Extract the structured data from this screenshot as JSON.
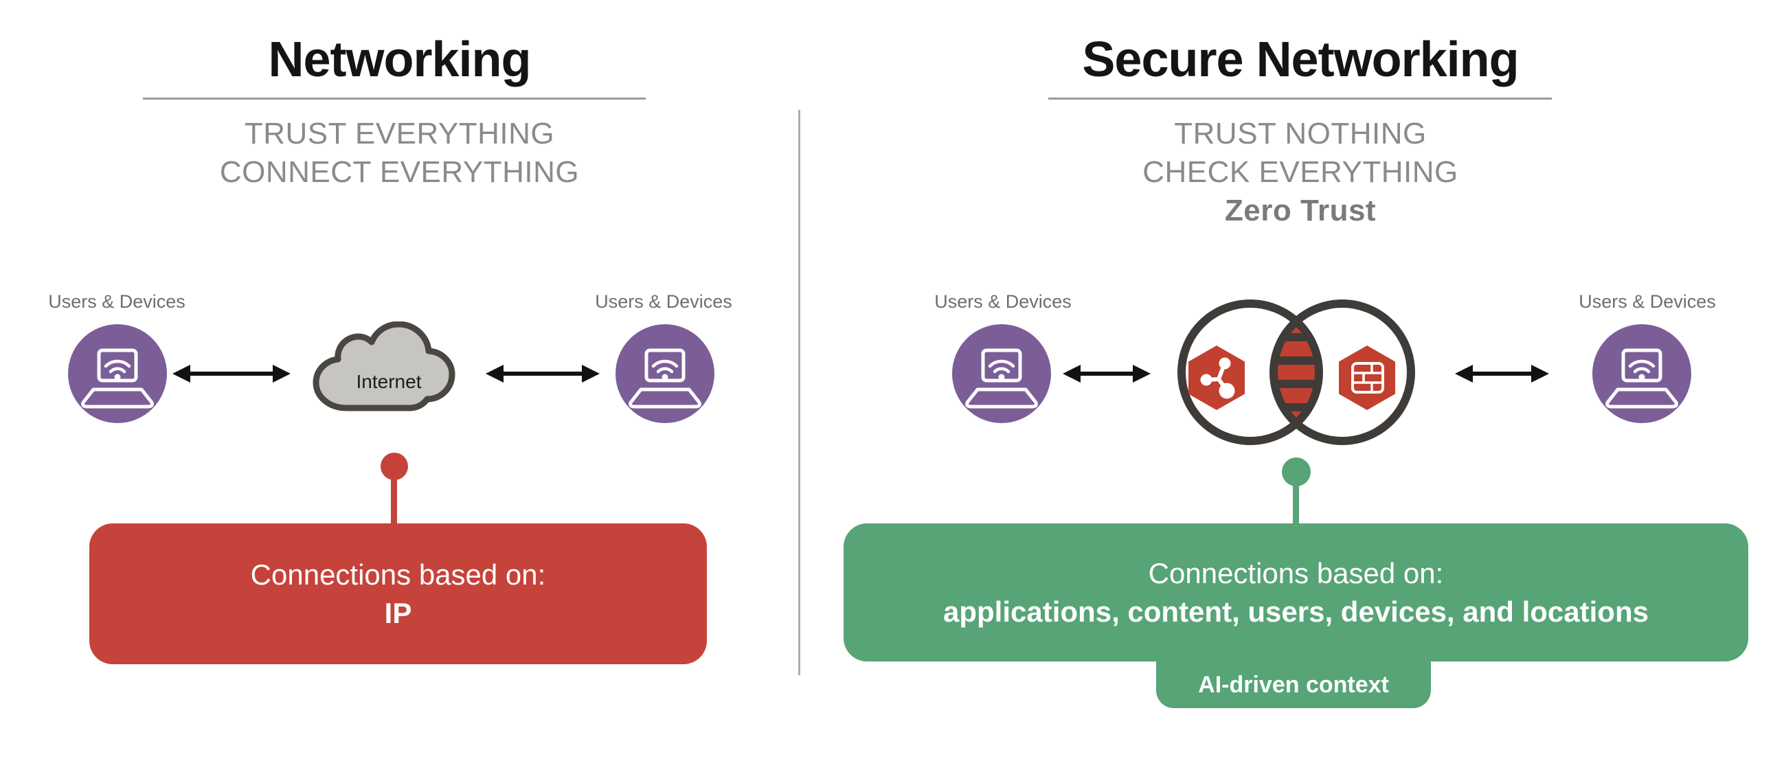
{
  "left_panel": {
    "title": "Networking",
    "subtitle_lines": [
      "TRUST EVERYTHING",
      "CONNECT EVERYTHING"
    ],
    "label_left": "Users & Devices",
    "label_right": "Users & Devices",
    "cloud_label": "Internet",
    "box": {
      "line1": "Connections based on:",
      "line2": "IP"
    }
  },
  "right_panel": {
    "title": "Secure Networking",
    "subtitle_lines": [
      "TRUST NOTHING",
      "CHECK EVERYTHING"
    ],
    "subtitle_bold": "Zero Trust",
    "label_left": "Users & Devices",
    "label_right": "Users & Devices",
    "box": {
      "line1": "Connections based on:",
      "line2": "applications, content, users, devices, and locations"
    },
    "tab_label": "AI-driven context"
  },
  "icons": {
    "laptop_wifi": "laptop-wifi-icon",
    "cloud": "internet-cloud-icon",
    "network_nodes_hexagon": "network-nodes-hexagon-icon",
    "firewall_hexagon": "firewall-hexagon-icon",
    "double_arrow": "double-headed-arrow",
    "connection_dot": "connector-dot"
  },
  "colors": {
    "purple": "#7b5e98",
    "red_box": "#c5433a",
    "hex_red": "#c2402f",
    "green": "#57a477",
    "dark_outline": "#3e3b38",
    "cloud_fill": "#c6c5c1",
    "cloud_outline": "#4a4743",
    "subtitle_gray": "#8a8a8a",
    "label_gray": "#6e6e6e",
    "zero_trust_gray": "#7a7a7a",
    "arrow_black": "#121212",
    "rule_gray": "#9b9b9b",
    "divider_gray": "#ababab"
  }
}
